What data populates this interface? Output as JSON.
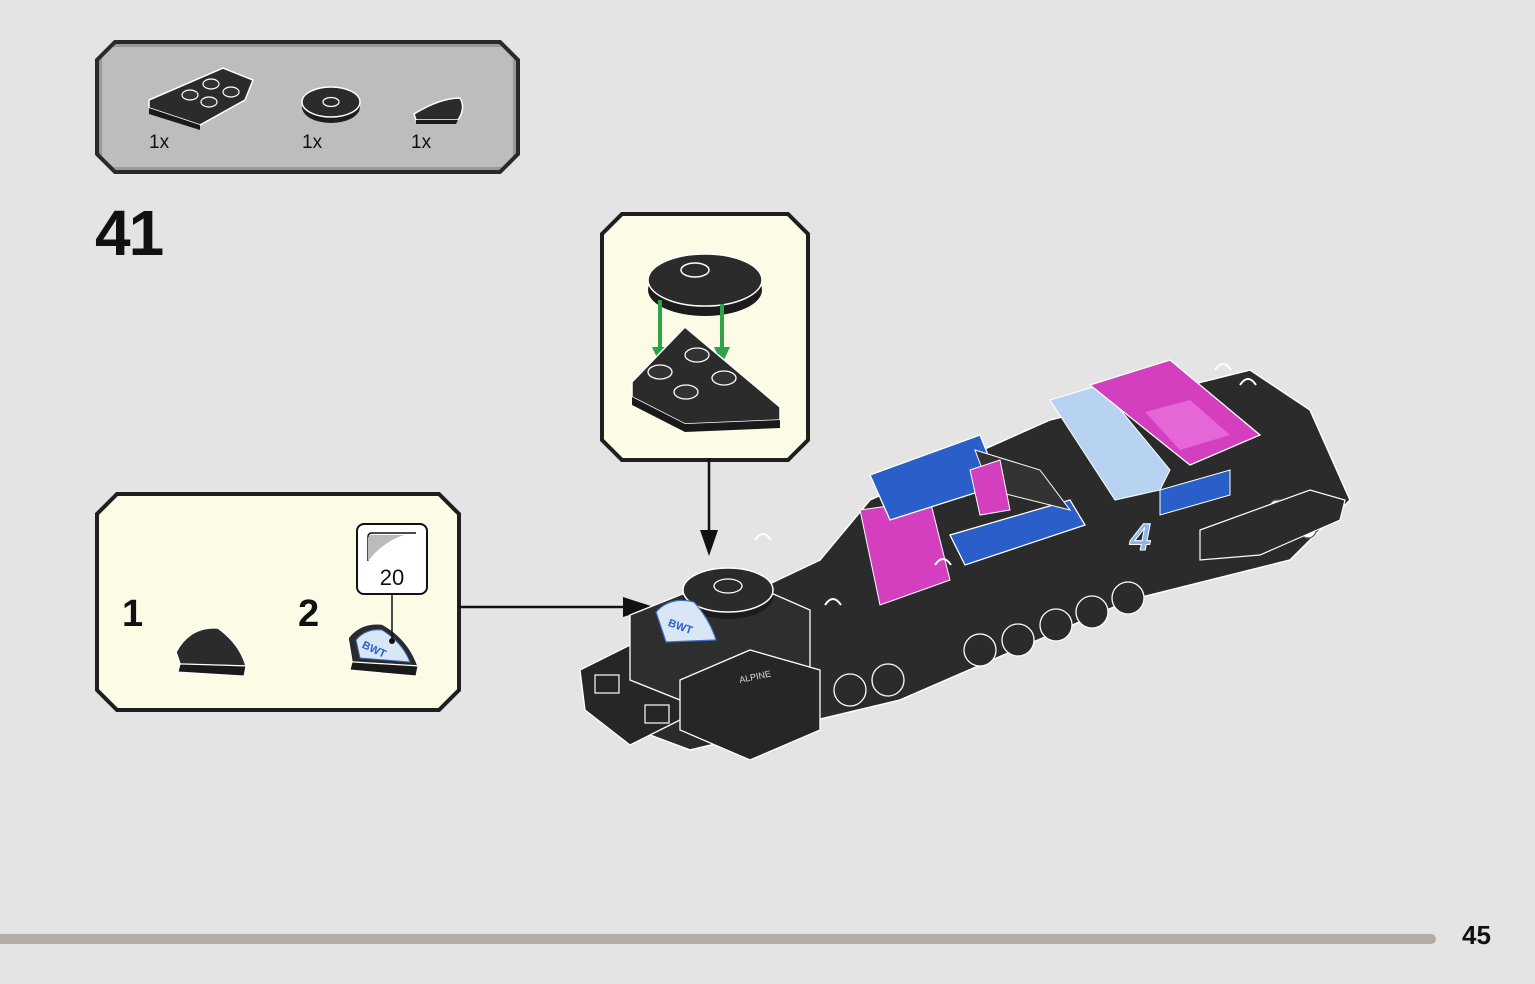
{
  "page": {
    "number": "45"
  },
  "step": {
    "number": "41"
  },
  "parts_list": [
    {
      "name": "wedge-plate-black",
      "qty": "1x"
    },
    {
      "name": "round-tile-black",
      "qty": "1x"
    },
    {
      "name": "quarter-round-tile-black",
      "qty": "1x"
    }
  ],
  "sub_assembly": {
    "steps": [
      "1",
      "2"
    ],
    "sticker_number": "20"
  },
  "colors": {
    "background": "#e4e4e4",
    "callout_bg": "#fcfbe6",
    "parts_bg": "#bdbdbd",
    "arrow_green": "#2ea34a",
    "magenta": "#d43fbf",
    "blue": "#2a5fc9",
    "light_blue": "#b8d3f2",
    "black_brick": "#2b2b2b"
  }
}
